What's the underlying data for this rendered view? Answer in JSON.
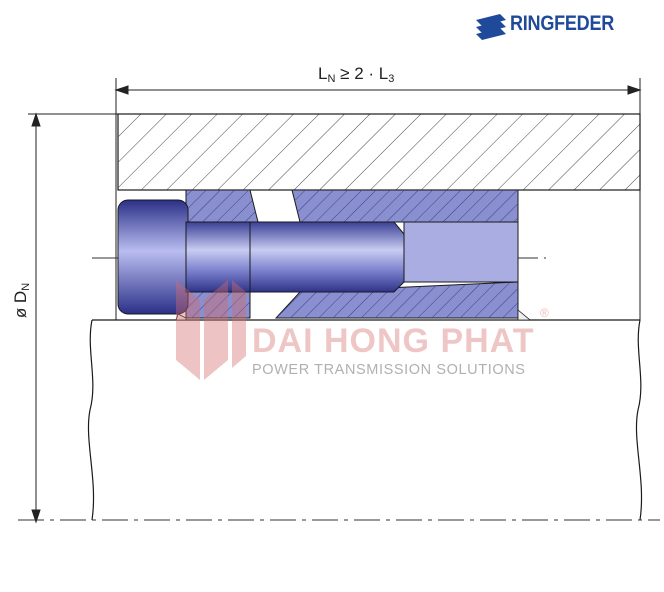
{
  "brand": {
    "name": "RINGFEDER",
    "color": "#1f4a9a"
  },
  "dimensions": {
    "length_label_main": "L",
    "length_label_sub1": "N",
    "length_label_mid": " ≥ 2 · L",
    "length_label_sub2": "3",
    "diameter_label_main": "ø D",
    "diameter_label_sub": "N"
  },
  "watermark": {
    "title": "DAI HONG PHAT",
    "registered": "®",
    "subtitle": "POWER TRANSMISSION SOLUTIONS",
    "color": "#d67878"
  },
  "colors": {
    "steel_blue": "#8a8fd0",
    "steel_blue_dark": "#4a4fa0",
    "bolt_highlight": "#c8ccf2",
    "line": "#1a1a1a"
  }
}
